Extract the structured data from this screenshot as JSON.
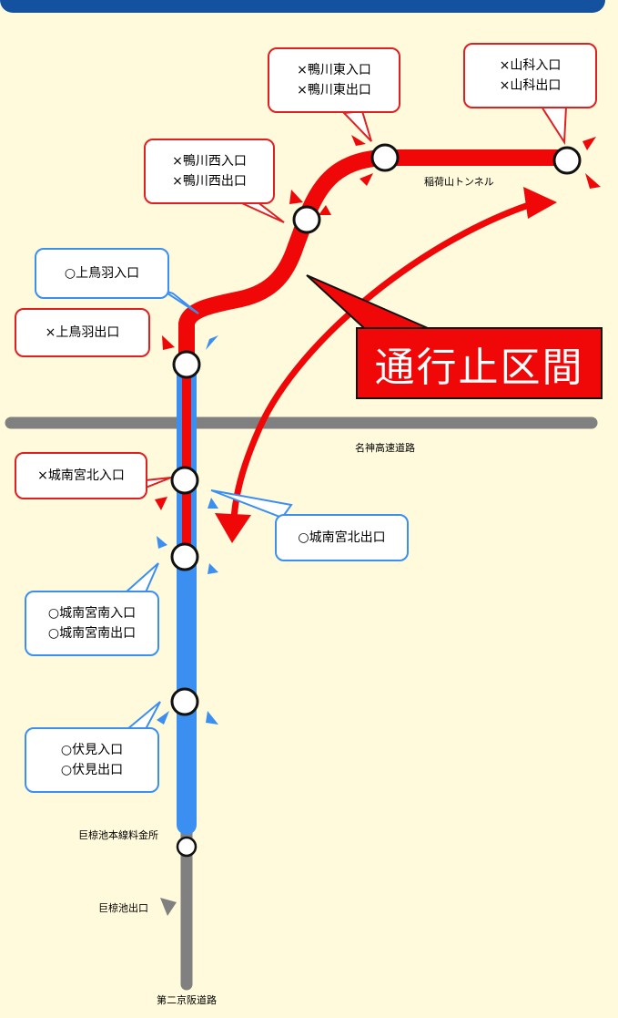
{
  "colors": {
    "background": "#fffadc",
    "header": "#1452a0",
    "open_route": "#3b8ff0",
    "closed_route": "#f00808",
    "other_road": "#808080"
  },
  "closed_section_label": "通行止区間",
  "roads": {
    "meishin": "名神高速道路",
    "daini_keihan": "第二京阪道路",
    "inariyama_tunnel": "稲荷山トンネル"
  },
  "callouts": {
    "kamotoba_in": [
      "○上鳥羽入口"
    ],
    "kamotoba_out": [
      "×上鳥羽出口"
    ],
    "kamogawa_nishi": [
      "×鴨川西入口",
      "×鴨川西出口"
    ],
    "kamogawa_higashi": [
      "×鴨川東入口",
      "×鴨川東出口"
    ],
    "yamashina": [
      "×山科入口",
      "×山科出口"
    ],
    "jonangu_kita_in": [
      "×城南宮北入口"
    ],
    "jonangu_kita_out": [
      "○城南宮北出口"
    ],
    "jonangu_minami": [
      "○城南宮南入口",
      "○城南宮南出口"
    ],
    "fushimi": [
      "○伏見入口",
      "○伏見出口"
    ]
  },
  "small_labels": {
    "oguraike_tollgate": "巨椋池本線料金所",
    "oguraike_exit": "巨椋池出口"
  }
}
